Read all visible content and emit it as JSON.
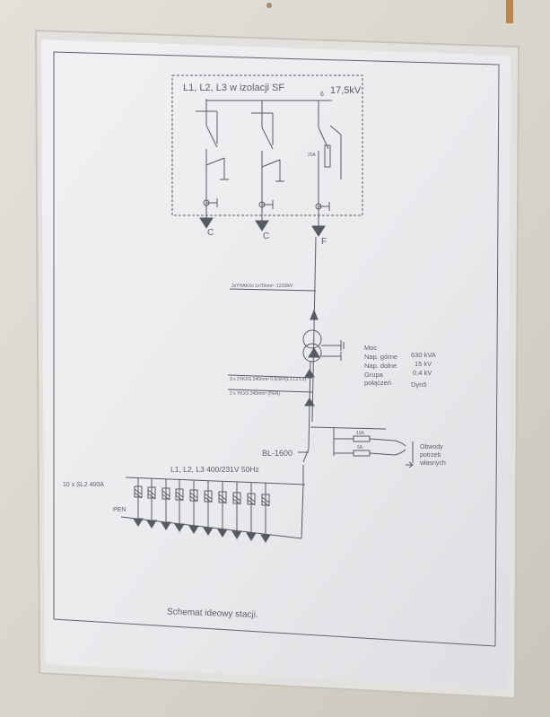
{
  "diagram": {
    "header": "L1, L2, L3  w izolacji SF",
    "header_sub": "6",
    "header_voltage": "17,5kV",
    "fuse_rating": "20A",
    "bay_labels": [
      "C",
      "C",
      "F"
    ],
    "cable_mv": "3xYHAKXs 1x70mm² -12/20kV",
    "transformer": {
      "moc_label": "Moc",
      "moc_value": "630 kVA",
      "nap_gorne_label": "Nap. górne",
      "nap_gorne_value": "15 kV",
      "nap_dolne_label": "Nap. dolne",
      "nap_dolne_value": "0,4 kV",
      "grupa_label": "Grupa",
      "polaczen_label": "połączeń",
      "grupa_value": "Dyn5"
    },
    "cable_lv_1": "3 x 2YKXS 240mm²  0,6/1kV(L1,L2,L3)",
    "cable_lv_2": "2 x YKXS 240mm² (PEN)",
    "breaker": "BL-1600",
    "aux_fuse_1": "10A",
    "aux_fuse_2": "6A",
    "aux_label": [
      "Obwody",
      "potrzeb",
      "własnych"
    ],
    "busbar": "L1, L2, L3   400/231V 50Hz",
    "outgoing": "10 x SL2 400A",
    "pen": "PEN",
    "footer": "Schemat ideowy stacji."
  }
}
